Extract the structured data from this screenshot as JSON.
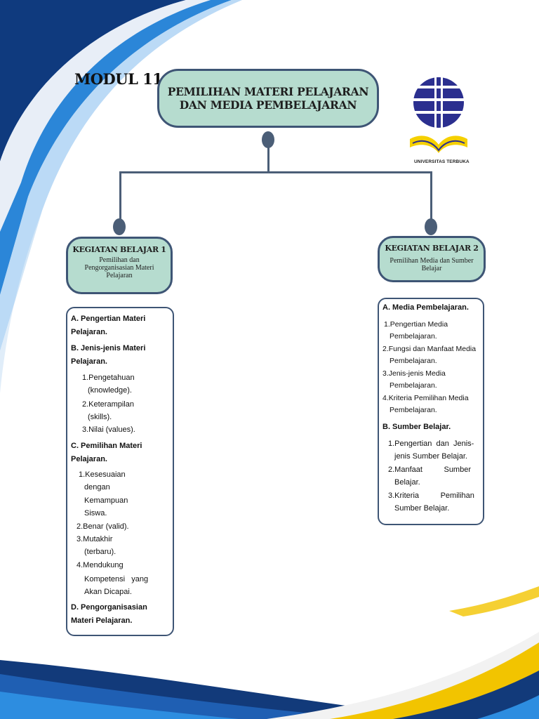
{
  "header": {
    "modul": "MODUL 11",
    "title_line1": "PEMILIHAN MATERI PELAJARAN",
    "title_line2": "DAN MEDIA PEMBELAJARAN"
  },
  "logo": {
    "caption": "UNIVERSITAS TERBUKA",
    "icon": "universitas-terbuka-logo"
  },
  "kb1": {
    "title": "KEGIATAN BELAJAR 1",
    "sub1": "Pemilihan dan",
    "sub2": "Pengorganisasian Materi",
    "sub3": "Pelajaran"
  },
  "kb2": {
    "title": "KEGIATAN BELAJAR 2",
    "sub1": "Pemilihan Media dan Sumber",
    "sub2": "Belajar"
  },
  "left": {
    "a1": "A. Pengertian Materi",
    "a2": "Pelajaran.",
    "b1": "B. Jenis-jenis Materi",
    "b2": "Pelajaran.",
    "b_i1a": "1.Pengetahuan",
    "b_i1b": "(knowledge).",
    "b_i2a": "2.Keterampilan",
    "b_i2b": "(skills).",
    "b_i3": "3.Nilai (values).",
    "c1": "C. Pemilihan Materi",
    "c2": "Pelajaran.",
    "c_i1a": "1.Kesesuaian",
    "c_i1b": "dengan",
    "c_i1c": "Kemampuan",
    "c_i1d": "Siswa.",
    "c_i2": "2.Benar (valid).",
    "c_i3a": "3.Mutakhir",
    "c_i3b": "(terbaru).",
    "c_i4a": "4.Mendukung",
    "c_i4b": "Kompetensi   yang",
    "c_i4c": "Akan Dicapai.",
    "d1": "D. Pengorganisasian",
    "d2": "Materi Pelajaran."
  },
  "right": {
    "a": "A. Media Pembelajaran.",
    "a_i1a": "1.Pengertian Media",
    "a_i1b": "Pembelajaran.",
    "a_i2a": "2.Fungsi dan Manfaat Media",
    "a_i2b": "Pembelajaran.",
    "a_i3a": "3.Jenis-jenis Media",
    "a_i3b": "Pembelajaran.",
    "a_i4a": "4.Kriteria Pemilihan Media",
    "a_i4b": "Pembelajaran.",
    "b": "B. Sumber Belajar.",
    "b_i1a": "1.Pengertian  dan  Jenis-",
    "b_i1b": "jenis Sumber Belajar.",
    "b_i2a": "2.Manfaat          Sumber",
    "b_i2b": "Belajar.",
    "b_i3a": "3.Kriteria          Pemilihan",
    "b_i3b": "Sumber Belajar."
  },
  "colors": {
    "node_fill": "#b6dccf",
    "node_border": "#3e5575",
    "connector": "#4b5e77",
    "swoosh_dark": "#123a7a",
    "swoosh_light": "#2d8de0",
    "swoosh_yellow": "#f2c400",
    "logo_navy": "#2b2f8f",
    "logo_yellow": "#f5d000"
  }
}
